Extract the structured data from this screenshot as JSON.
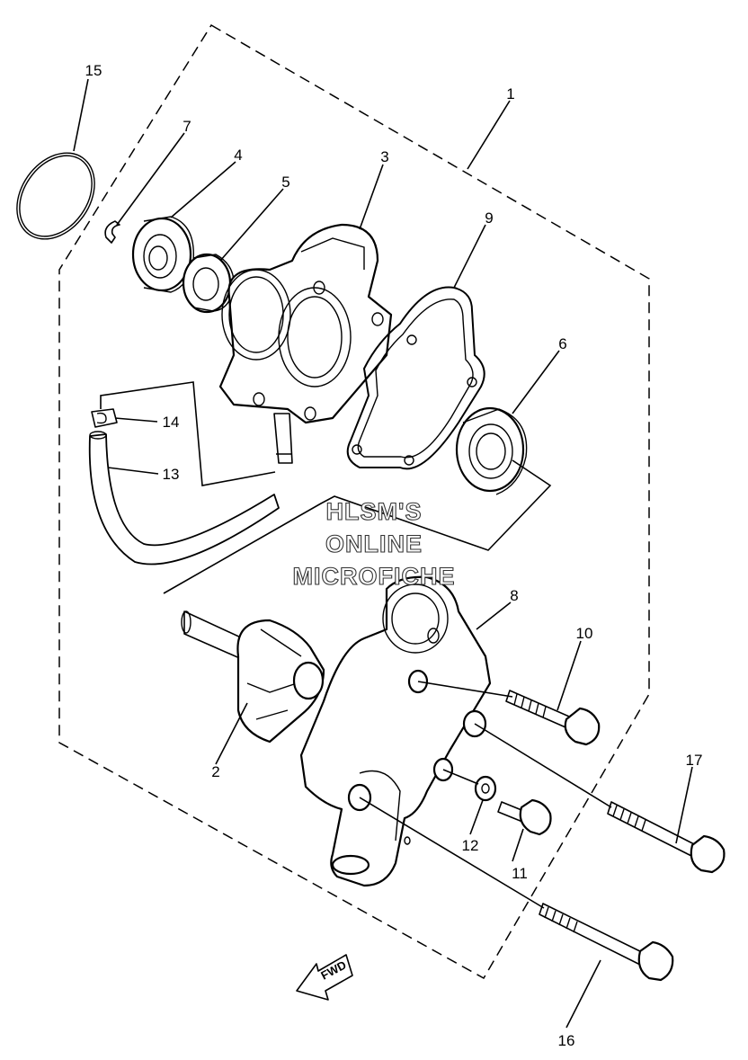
{
  "watermark": [
    "HLSM'S",
    "ONLINE",
    "MICROFICHE"
  ],
  "fwd_label": "FWD",
  "callouts": {
    "p1": "1",
    "p2": "2",
    "p3": "3",
    "p4": "4",
    "p5": "5",
    "p6": "6",
    "p7": "7",
    "p8": "8",
    "p9": "9",
    "p10": "10",
    "p11": "11",
    "p12": "12",
    "p13": "13",
    "p14": "14",
    "p15": "15",
    "p16": "16",
    "p17": "17"
  }
}
